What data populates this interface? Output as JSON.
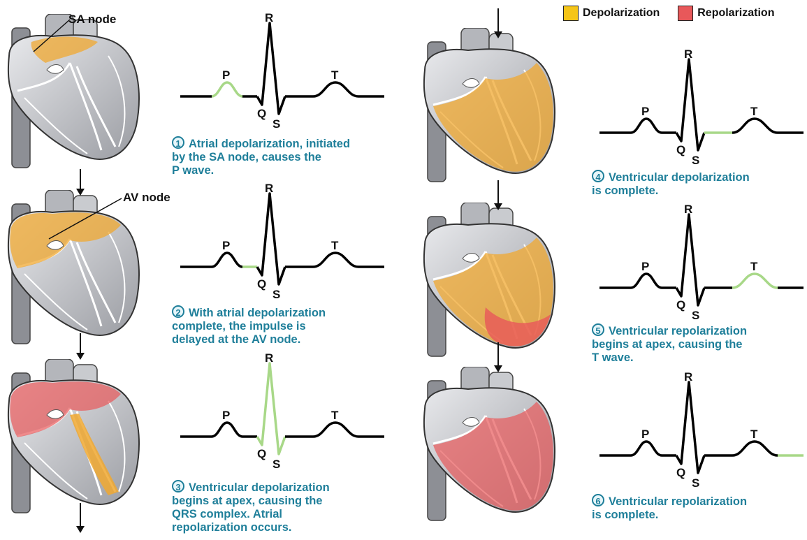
{
  "legend": {
    "depolarization_label": "Depolarization",
    "repolarization_label": "Repolarization",
    "depolarization_color": "#f5c518",
    "repolarization_color": "#e8585a"
  },
  "labels": {
    "sa_node": "SA node",
    "av_node": "AV node"
  },
  "colors": {
    "depolarization_fill": "#f0a830",
    "repolarization_fill": "#e8585a",
    "highlight_wave": "#a8d888",
    "caption": "#1f7f9a"
  },
  "wave_labels": {
    "p": "P",
    "q": "Q",
    "r": "R",
    "s": "S",
    "t": "T"
  },
  "steps": [
    {
      "number": "1",
      "lines": [
        "Atrial depolarization, initiated",
        "by the SA node, causes the",
        "P wave."
      ],
      "highlight": "P wave"
    },
    {
      "number": "2",
      "lines": [
        "With atrial depolarization",
        "complete, the impulse is",
        "delayed at the AV node."
      ],
      "highlight": "PR segment"
    },
    {
      "number": "3",
      "lines": [
        "Ventricular depolarization",
        "begins at apex, causing the",
        "QRS complex. Atrial",
        "repolarization occurs."
      ],
      "highlight": "QRS complex"
    },
    {
      "number": "4",
      "lines": [
        "Ventricular depolarization",
        "is complete."
      ],
      "highlight": "ST segment"
    },
    {
      "number": "5",
      "lines": [
        "Ventricular repolarization",
        "begins at apex, causing the",
        "T wave."
      ],
      "highlight": "T wave"
    },
    {
      "number": "6",
      "lines": [
        "Ventricular repolarization",
        "is complete."
      ],
      "highlight": "after T wave"
    }
  ]
}
